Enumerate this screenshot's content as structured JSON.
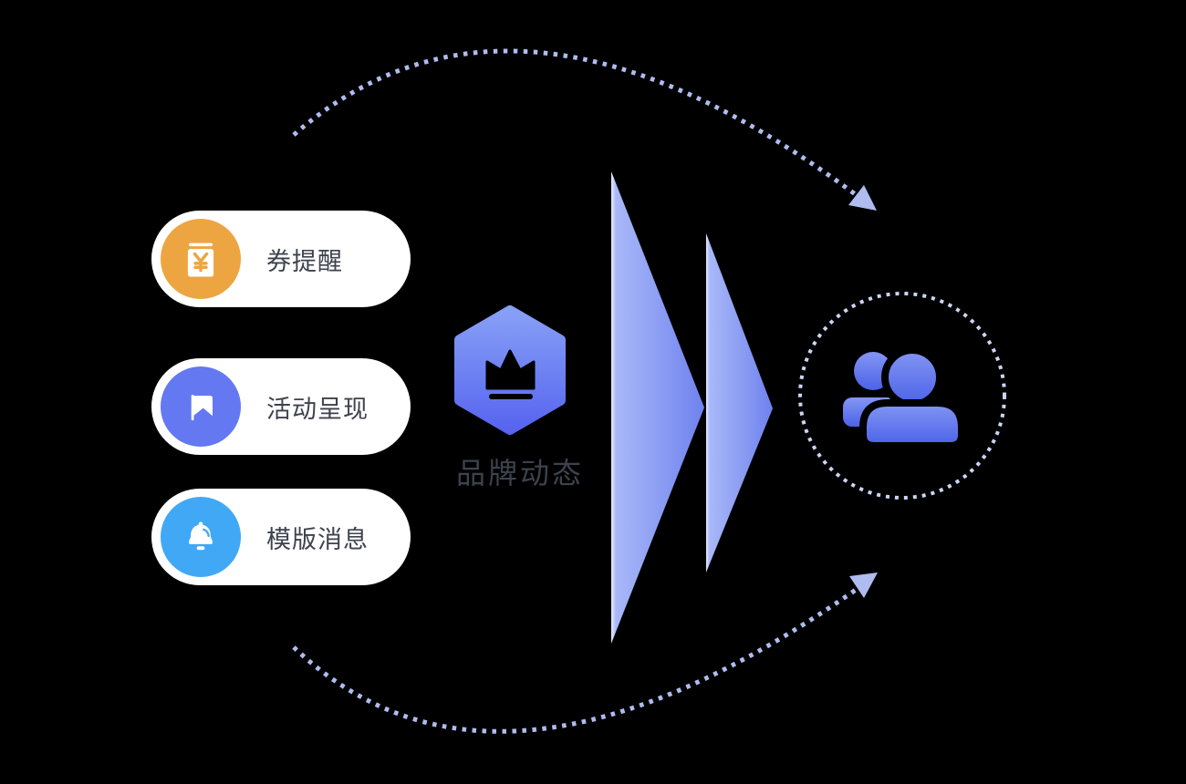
{
  "pills": [
    {
      "label": "券提醒",
      "icon": "coupon-icon",
      "icon_bg": "#EDA541"
    },
    {
      "label": "活动呈现",
      "icon": "flag-icon",
      "icon_bg": "#6478F1"
    },
    {
      "label": "模版消息",
      "icon": "bell-icon",
      "icon_bg": "#41A8F5"
    }
  ],
  "hub": {
    "label": "品牌动态",
    "icon": "crown-icon"
  },
  "audience": {
    "icon": "users-icon",
    "ring_style": "dotted-circle"
  },
  "flow": {
    "shapes": [
      "large-triangle",
      "small-triangle"
    ],
    "cycle_arrows": [
      "top-dotted-arc",
      "bottom-dotted-arc"
    ]
  },
  "colors": {
    "background": "#000000",
    "pill_bg": "#FFFFFF",
    "pill_text": "#3D424D",
    "coupon_bg": "#EDA541",
    "flag_bg": "#6478F1",
    "bell_bg": "#41A8F5",
    "hex_top": "#87A0F6",
    "hex_bottom": "#5765EF",
    "tri_edge": "#E8EDFE",
    "tri_light": "#A9B8F8",
    "tri_dark": "#6E82EE",
    "arc_dotted": "#AEBCF0",
    "ring_dotted": "#CBD5F4",
    "users_top": "#8496F3",
    "users_bottom": "#4B62E8"
  }
}
